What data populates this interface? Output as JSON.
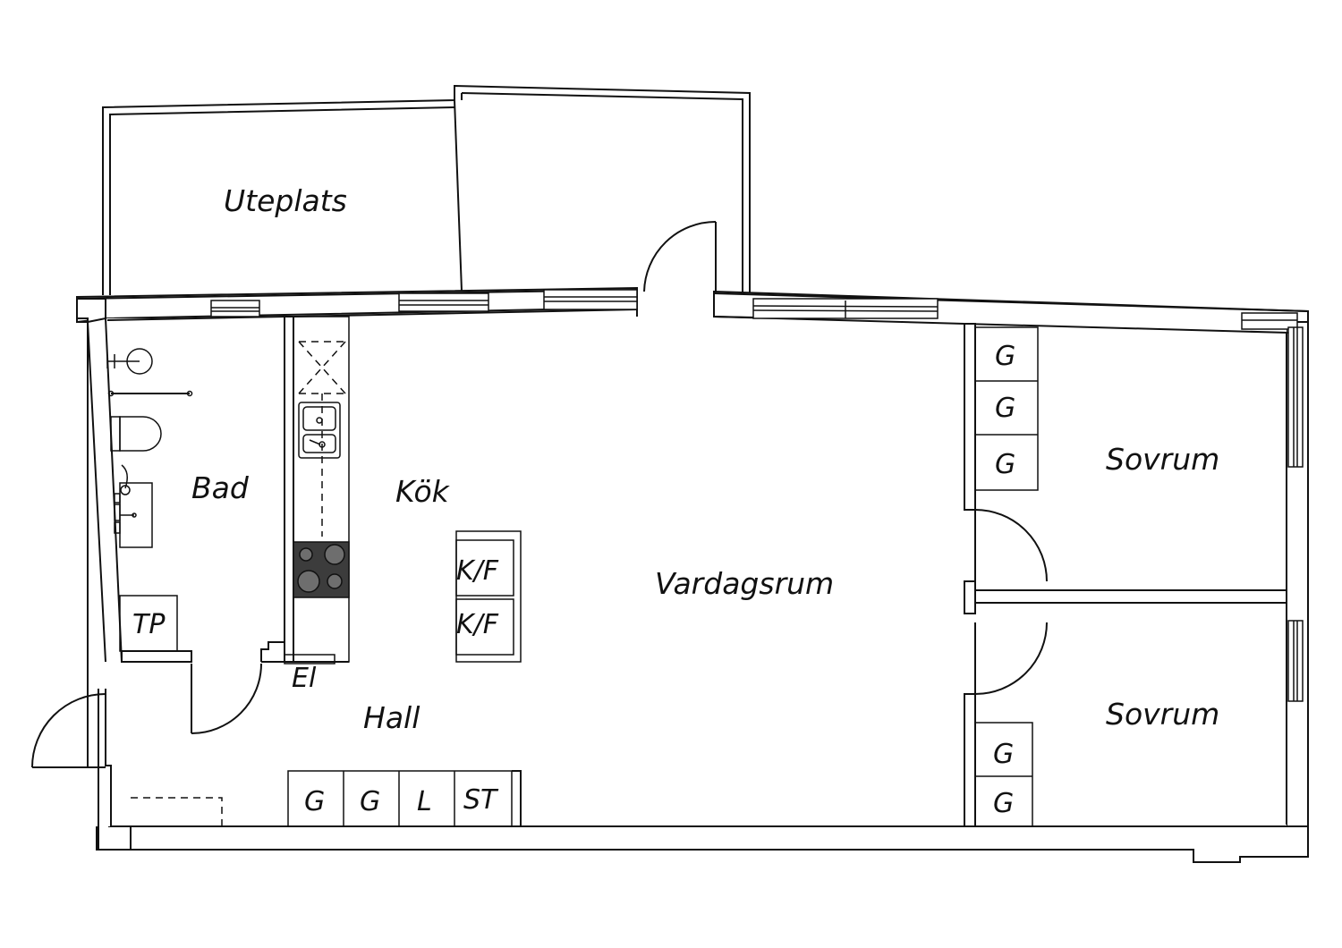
{
  "rooms": {
    "uteplats": "Uteplats",
    "bad": "Bad",
    "kok": "Kök",
    "vardagsrum": "Vardagsrum",
    "hall": "Hall",
    "sovrum_1": "Sovrum",
    "sovrum_2": "Sovrum"
  },
  "fixtures": {
    "tp": "TP",
    "el": "El",
    "kf_1": "K/F",
    "kf_2": "K/F"
  },
  "wardrobes": {
    "sovrum1": [
      "G",
      "G",
      "G"
    ],
    "sovrum2": [
      "G",
      "G"
    ],
    "hall": [
      "G",
      "G",
      "L",
      "ST"
    ]
  },
  "colors": {
    "line": "#111111",
    "background": "#ffffff",
    "stove": "#3c3c3c"
  }
}
